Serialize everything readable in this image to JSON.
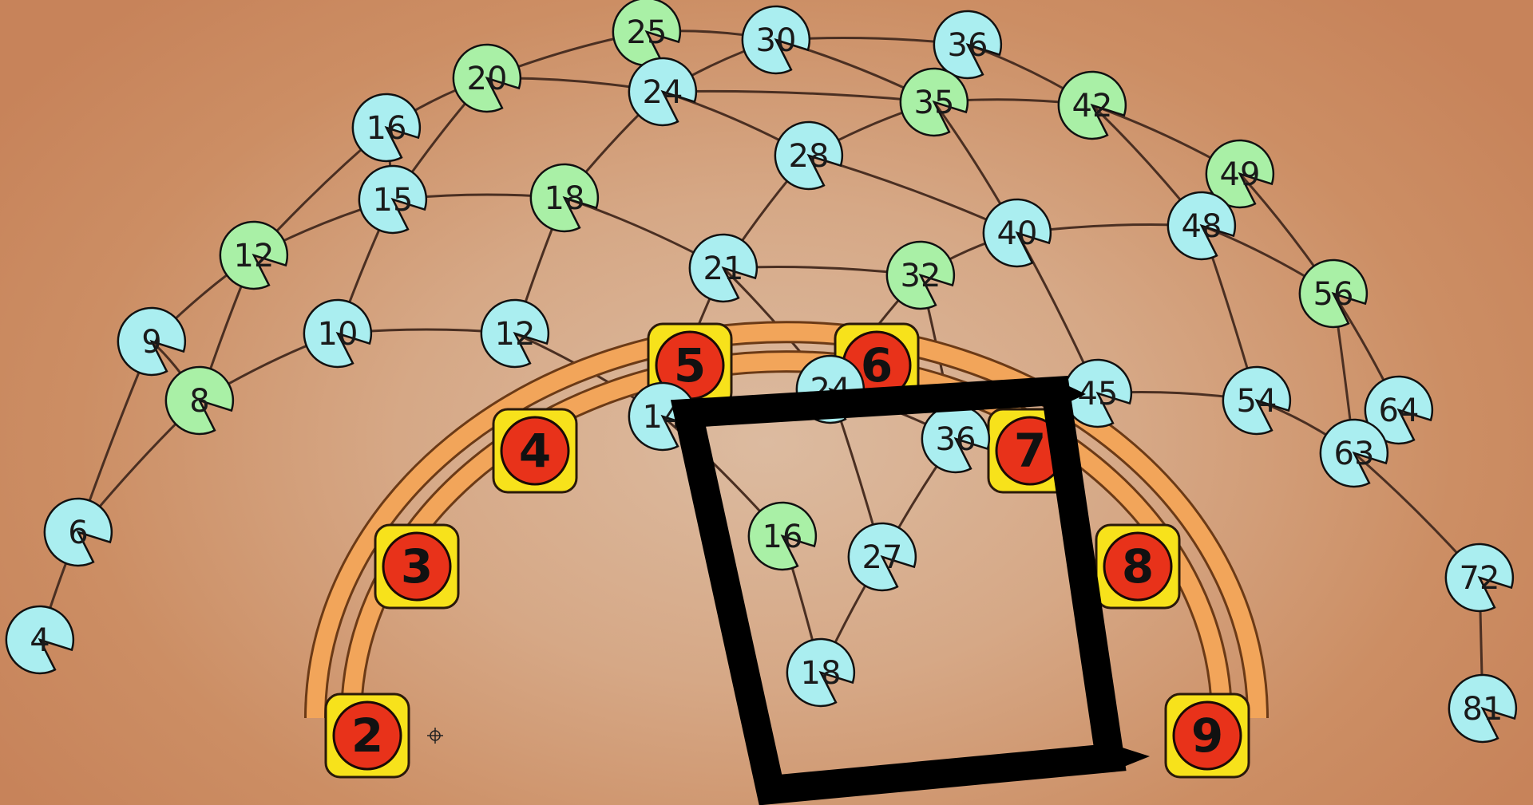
{
  "colors": {
    "cyan": "#aaeef0",
    "green": "#a9f0a6",
    "red": "#e8321a",
    "yellow": "#f7e21b",
    "orange": "#f2a55a",
    "wire": "#4a2f22",
    "square": "#000000"
  },
  "arc_nodes": [
    {
      "label": "2"
    },
    {
      "label": "3"
    },
    {
      "label": "4"
    },
    {
      "label": "5"
    },
    {
      "label": "6"
    },
    {
      "label": "7"
    },
    {
      "label": "8"
    },
    {
      "label": "9"
    }
  ],
  "graph_nodes": [
    {
      "label": "25",
      "color": "green"
    },
    {
      "label": "30",
      "color": "cyan"
    },
    {
      "label": "36",
      "color": "cyan"
    },
    {
      "label": "20",
      "color": "green"
    },
    {
      "label": "24",
      "color": "cyan"
    },
    {
      "label": "35",
      "color": "green"
    },
    {
      "label": "42",
      "color": "green"
    },
    {
      "label": "16",
      "color": "cyan"
    },
    {
      "label": "15",
      "color": "cyan"
    },
    {
      "label": "18",
      "color": "green"
    },
    {
      "label": "28",
      "color": "cyan"
    },
    {
      "label": "49",
      "color": "green"
    },
    {
      "label": "48",
      "color": "cyan"
    },
    {
      "label": "40",
      "color": "cyan"
    },
    {
      "label": "12",
      "color": "green"
    },
    {
      "label": "21",
      "color": "cyan"
    },
    {
      "label": "32",
      "color": "green"
    },
    {
      "label": "56",
      "color": "green"
    },
    {
      "label": "9",
      "color": "cyan"
    },
    {
      "label": "10",
      "color": "cyan"
    },
    {
      "label": "12",
      "color": "cyan"
    },
    {
      "label": "8",
      "color": "green"
    },
    {
      "label": "14",
      "color": "cyan"
    },
    {
      "label": "24",
      "color": "cyan"
    },
    {
      "label": "36",
      "color": "cyan"
    },
    {
      "label": "45",
      "color": "cyan"
    },
    {
      "label": "54",
      "color": "cyan"
    },
    {
      "label": "64",
      "color": "cyan"
    },
    {
      "label": "63",
      "color": "cyan"
    },
    {
      "label": "6",
      "color": "cyan"
    },
    {
      "label": "16",
      "color": "green"
    },
    {
      "label": "27",
      "color": "cyan"
    },
    {
      "label": "72",
      "color": "cyan"
    },
    {
      "label": "4",
      "color": "cyan"
    },
    {
      "label": "18",
      "color": "cyan"
    },
    {
      "label": "81",
      "color": "cyan"
    }
  ]
}
